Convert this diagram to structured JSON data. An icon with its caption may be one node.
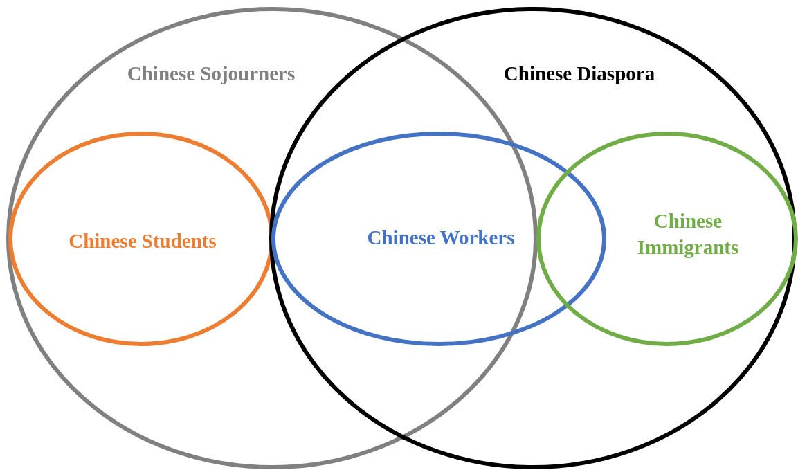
{
  "diagram": {
    "nodes": [
      {
        "text": [
          "Chinese Sojourners"
        ]
      },
      {
        "text": [
          "Chinese Diaspora"
        ]
      },
      {
        "text": [
          "Chinese Students"
        ],
        "in": 0
      },
      {
        "text": [
          "Chinese Workers"
        ],
        "in": 1
      },
      {
        "text": [
          "Chinese Immigrants"
        ],
        "in": 1
      }
    ]
  }
}
